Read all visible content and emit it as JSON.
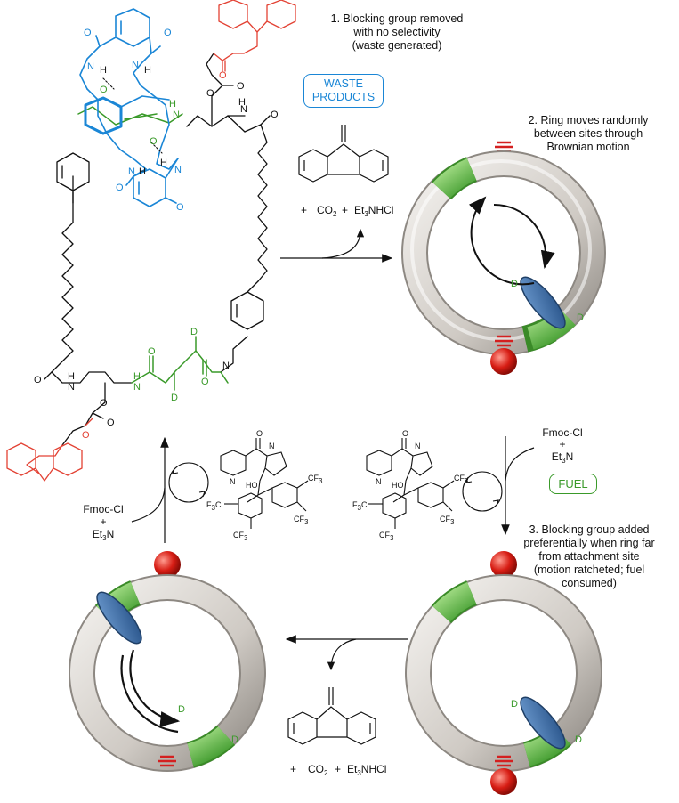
{
  "step_notes": {
    "step1_line1": "1. Blocking group removed",
    "step1_line2": "with no selectivity",
    "step1_line3": "(waste generated)",
    "step2_line1": "2. Ring moves randomly",
    "step2_line2": "between sites through",
    "step2_line3": "Brownian motion",
    "step3_line1": "3. Blocking group added",
    "step3_line2": "preferentially when ring far",
    "step3_line3": "from attachment site",
    "step3_line4": "(motion ratcheted; fuel",
    "step3_line5": "consumed)"
  },
  "boxes": {
    "waste": "WASTE PRODUCTS",
    "fuel": "FUEL"
  },
  "reagents": {
    "fmoc_cl": "Fmoc-Cl",
    "plus": "+",
    "et3n": "Et",
    "et3n_sub": "3",
    "et3n_tail": "N",
    "co2": "CO",
    "co2_sub": "2",
    "et3nhcl": "Et",
    "et3nhcl_sub": "3",
    "et3nhcl_tail": "NHCl"
  },
  "atom_labels": {
    "N": "N",
    "H": "H",
    "O": "O",
    "D": "D",
    "HO": "HO",
    "CF3": "CF",
    "CF3_sub": "3",
    "F3C": "F",
    "F3C_sub": "3",
    "F3C_tail": "C"
  },
  "colors": {
    "ring_blue": "#1a86d6",
    "fmoc_red": "#e34234",
    "station_green": "#3a9a2a",
    "track_grey": "#d9d6d2",
    "station_fill": "#6dbf4f",
    "macrocycle_blue": "#3a6ea5",
    "stopper_red": "#d42020"
  }
}
